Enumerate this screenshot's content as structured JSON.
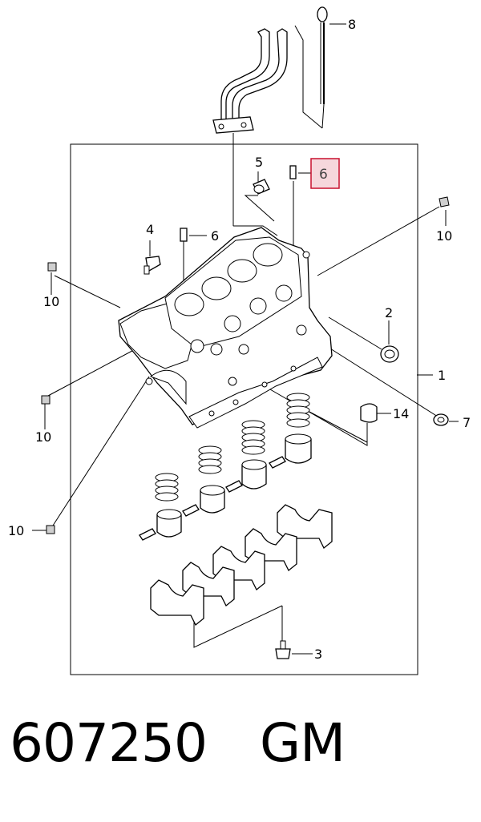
{
  "callouts": {
    "c1": "1",
    "c2": "2",
    "c3": "3",
    "c4": "4",
    "c5": "5",
    "c6a": "6",
    "c6b": "6",
    "c7": "7",
    "c8": "8",
    "c10a": "10",
    "c10b": "10",
    "c10c": "10",
    "c10d": "10",
    "c14": "14"
  },
  "highlight": {
    "color": "#f6d7dc",
    "border": "#c8102e"
  },
  "caption": {
    "part_number": "607250",
    "brand": "GM"
  }
}
